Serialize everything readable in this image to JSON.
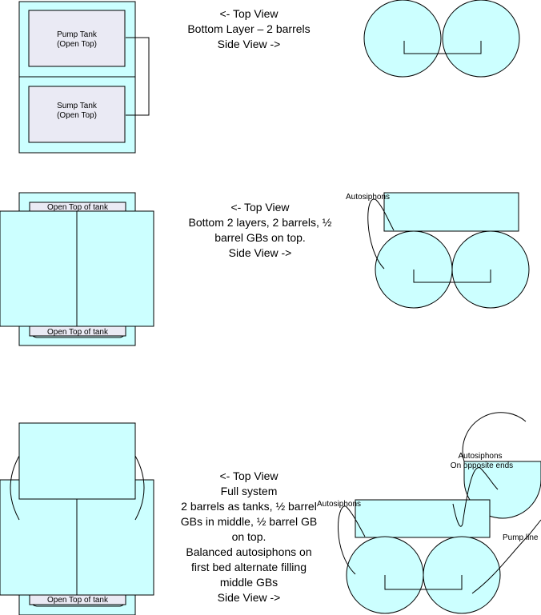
{
  "section1": {
    "pump_tank": [
      "Pump Tank",
      "(Open Top)"
    ],
    "sump_tank": [
      "Sump Tank",
      "(Open Top)"
    ],
    "caption": [
      "<- Top View",
      "Bottom Layer – 2 barrels",
      "Side View ->"
    ]
  },
  "section2": {
    "open_top_top": "Open Top of tank",
    "open_top_bottom": "Open Top of tank",
    "caption": [
      "<- Top View",
      "Bottom 2 layers, 2 barrels, ½",
      "barrel GBs on top.",
      "Side View ->"
    ],
    "autosiphons_label": "Autosiphons"
  },
  "section3": {
    "open_top_bottom": "Open Top of tank",
    "caption": [
      "<- Top View",
      "Full system",
      "2 barrels as tanks, ½ barrel",
      "GBs in middle, ½ barrel GB",
      "on top.",
      "Balanced autosiphons on",
      "first bed alternate filling",
      "middle GBs",
      "Side View ->"
    ],
    "autosiphons_left": "Autosiphons",
    "autosiphons_top": [
      "Autosiphons",
      "On opposite ends"
    ],
    "pump_line": "Pump line"
  }
}
